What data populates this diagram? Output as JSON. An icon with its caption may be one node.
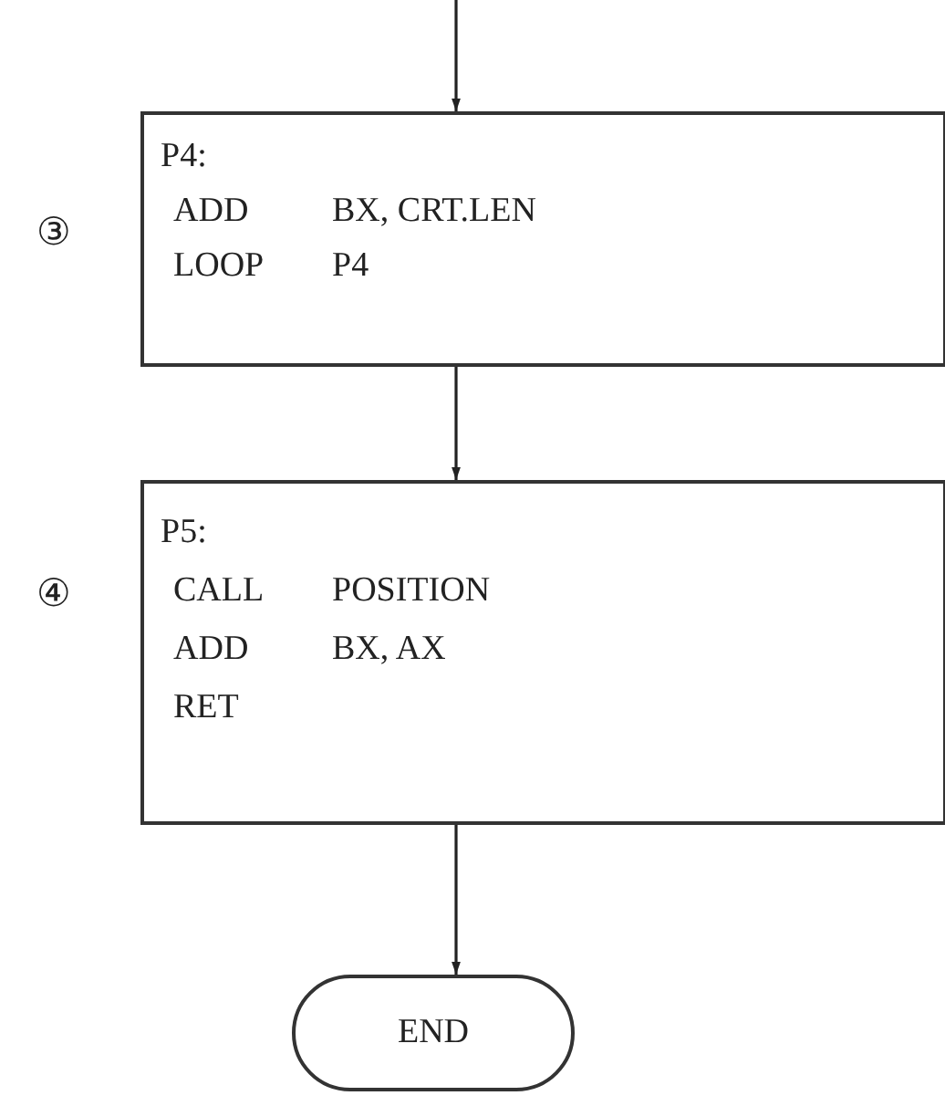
{
  "diagram": {
    "nodes": [
      {
        "text": [
          "P4:",
          "ADD",
          "BX, CRT.LEN",
          "LOOP",
          "P4"
        ],
        "beside": [
          "③"
        ]
      },
      {
        "text": [
          "P5:",
          "CALL",
          "POSITION",
          "ADD",
          "BX, AX",
          "RET"
        ],
        "beside": [
          "④"
        ]
      },
      {
        "text": [
          "END"
        ]
      }
    ],
    "edges": [
      {
        "from": null,
        "to": 0,
        "arrow": "to"
      },
      {
        "from": 0,
        "to": 1,
        "arrow": "to"
      },
      {
        "from": 1,
        "to": 2,
        "arrow": "to"
      }
    ]
  }
}
